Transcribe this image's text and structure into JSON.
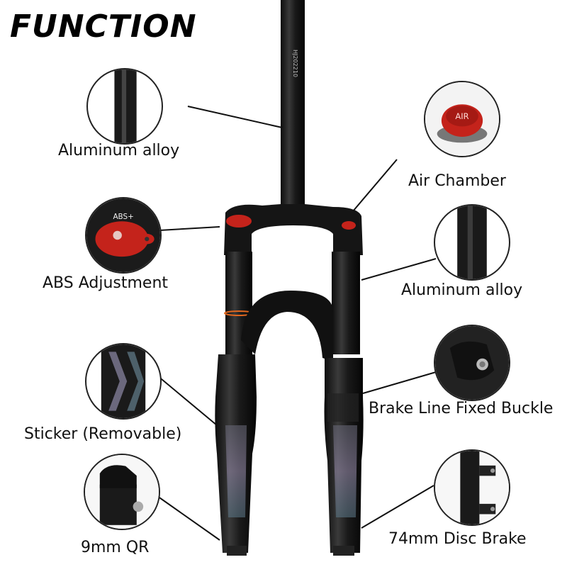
{
  "heading": "FUNCTION",
  "stem_marking": "HJ202210",
  "features": {
    "stem": "Aluminum alloy",
    "air": "Air Chamber",
    "abs": "ABS Adjustment",
    "upper_tube": "Aluminum alloy",
    "sticker": "Sticker (Removable)",
    "brake_buckle": "Brake Line Fixed Buckle",
    "qr": "9mm QR",
    "disc": "74mm Disc Brake"
  },
  "knob_texts": {
    "abs": "ABS+",
    "air": "AIR"
  },
  "colors": {
    "accent_red": "#c4231b",
    "fork_black": "#1c1c1c"
  }
}
